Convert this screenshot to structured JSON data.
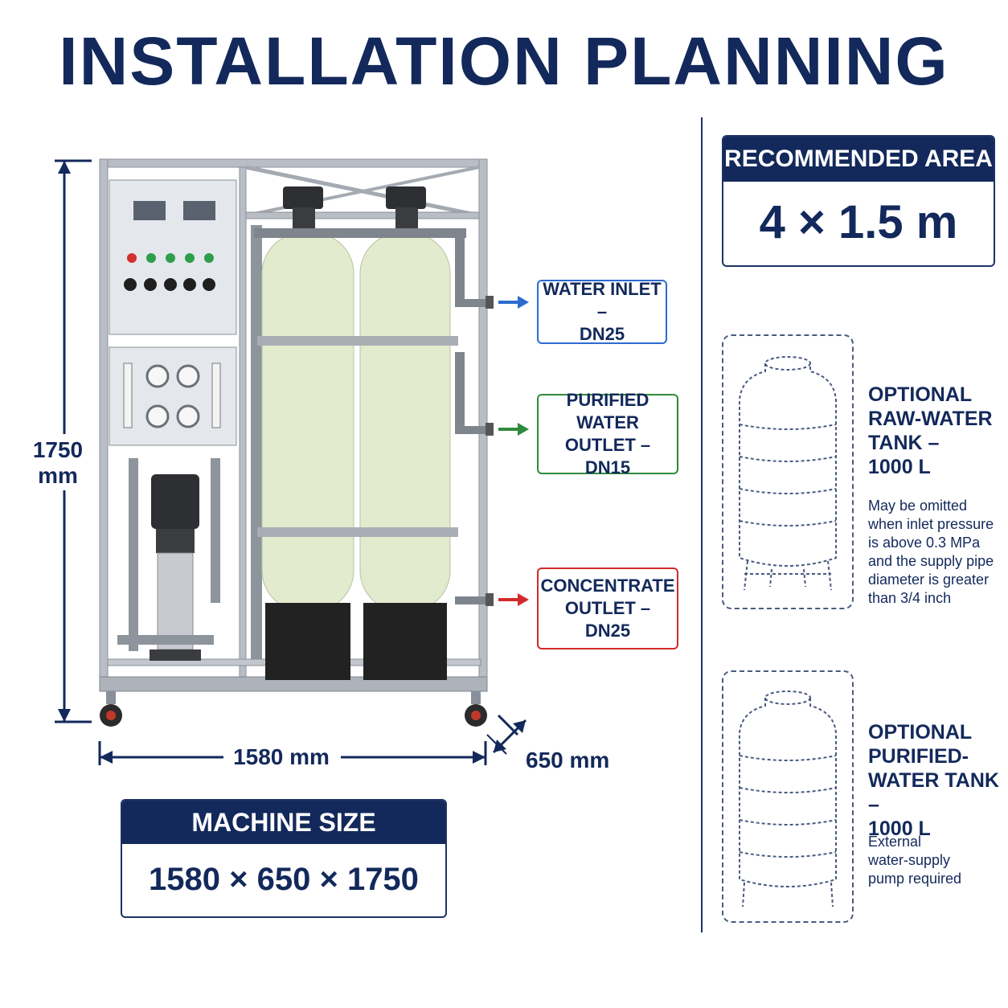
{
  "title": "INSTALLATION PLANNING",
  "machine": {
    "height_label_num": "1750",
    "height_label_unit": "mm",
    "width_label": "1580 mm",
    "depth_label": "650 mm"
  },
  "callouts": [
    {
      "lines": [
        "WATER INLET –",
        "DN25"
      ],
      "color": "#2d6bd0"
    },
    {
      "lines": [
        "PURIFIED WATER",
        "OUTLET –",
        "DN15"
      ],
      "color": "#2f8a3a"
    },
    {
      "lines": [
        "CONCENTRATE",
        "OUTLET –",
        "DN25"
      ],
      "color": "#d22a2a"
    }
  ],
  "machine_size": {
    "header": "MACHINE SIZE",
    "value": "1580 × 650 × 1750 mm"
  },
  "recommended_area": {
    "header": "RECOMMENDED AREA",
    "value": "4 × 1.5 m"
  },
  "tanks": [
    {
      "title_lines": [
        "OPTIONAL",
        "RAW-WATER",
        "TANK –",
        "1000 L"
      ],
      "note_lines": [
        "May be omitted",
        "when inlet pressure",
        "is above 0.3 MPa",
        "and the supply pipe",
        "diameter is greater",
        "than 3/4 inch"
      ]
    },
    {
      "title_lines": [
        "OPTIONAL",
        "PURIFIED-",
        "WATER TANK –",
        "1000 L"
      ],
      "note_lines": [
        "External",
        "water-supply",
        "pump required"
      ]
    }
  ],
  "colors": {
    "navy": "#13295b",
    "blue": "#2d6bd0",
    "green": "#2f8a3a",
    "red": "#d22a2a",
    "tank_body": "#e8eed6"
  }
}
